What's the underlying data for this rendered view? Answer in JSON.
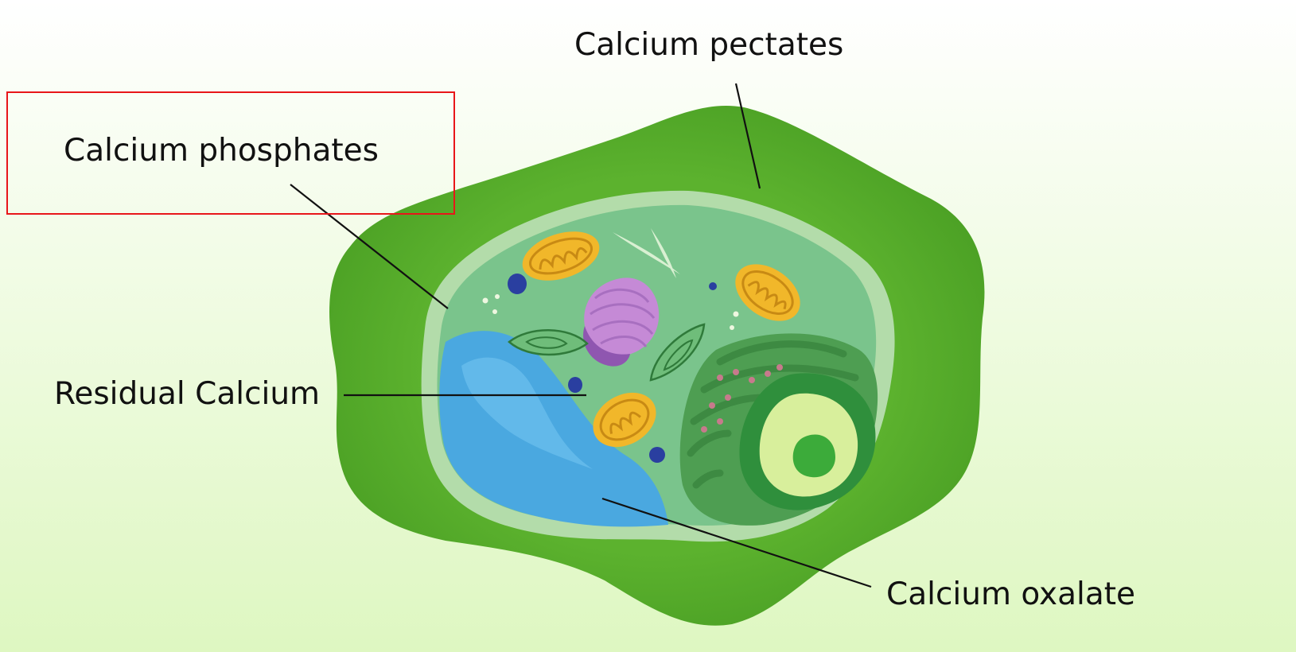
{
  "labels": {
    "pectates": "Calcium pectates",
    "phosphates": "Calcium phosphates",
    "residual": "Residual Calcium",
    "oxalate": "Calcium oxalate"
  },
  "highlight": {
    "label": "phosphates",
    "color": "#e8161a"
  },
  "colors": {
    "background_top": "#ffffff",
    "background_bottom": "#def7c1",
    "cell_wall": "#5cb22e",
    "cell_wall_shade": "#4a9f24",
    "membrane": "#b3dcaa",
    "cytoplasm": "#7ac48c",
    "vacuole": "#4aa8e0",
    "golgi": "#c58ad6",
    "mitochondria": "#f1b72a",
    "nucleus_outer": "#2f8f3c",
    "nucleus_inner": "#d8ef9c",
    "nucleolus": "#3cab3a",
    "leader_line": "#111111"
  }
}
